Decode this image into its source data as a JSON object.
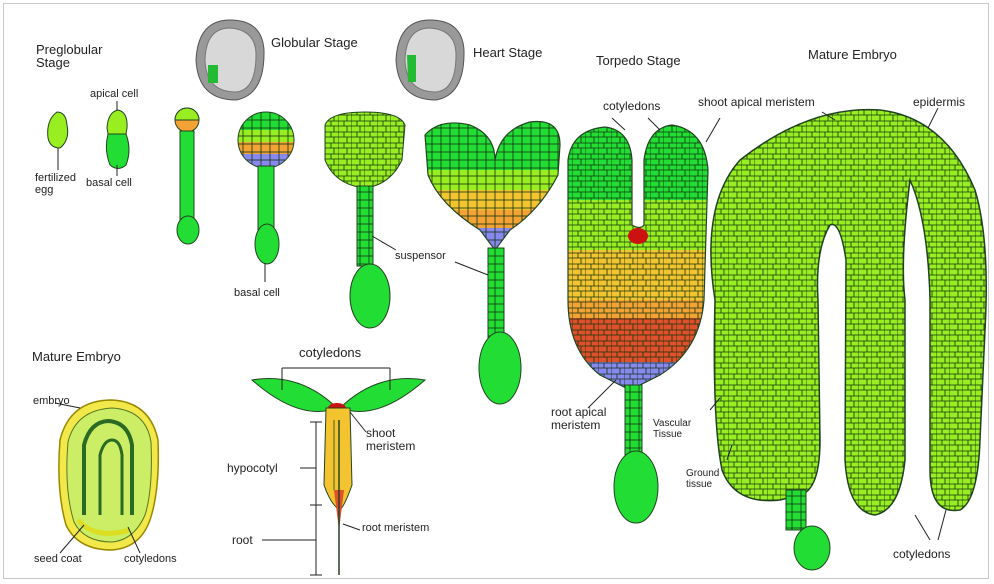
{
  "labels": {
    "preglobular": "Preglobular Stage",
    "globular": "Globular Stage",
    "heart": "Heart Stage",
    "torpedo": "Torpedo Stage",
    "mature_top": "Mature Embryo",
    "apical_cell": "apical cell",
    "fertilized_egg": "fertilized egg",
    "basal_cell_top": "basal cell",
    "basal_cell_mid": "basal cell",
    "suspensor": "suspensor",
    "cotyledons_top": "cotyledons",
    "shoot_apical_meristem": "shoot apical meristem",
    "epidermis": "epidermis",
    "root_apical_meristem": "root apical meristem",
    "vascular_tissue": "Vascular Tissue",
    "ground_tissue": "Ground tissue",
    "cotyledons_right": "cotyledons",
    "mature_bottom": "Mature Embryo",
    "embryo": "embryo",
    "seed_coat": "seed coat",
    "cotyledons_seed": "cotyledons",
    "cotyledons_seedling": "cotyledons",
    "shoot_meristem": "shoot meristem",
    "hypocotyl": "hypocotyl",
    "root": "root",
    "root_meristem": "root meristem"
  },
  "colors": {
    "bright_green": "#22dd33",
    "lime_green": "#99ee22",
    "orange": "#f3a234",
    "yellow_orange": "#f4c430",
    "red": "#e0502a",
    "purple": "#8888ee",
    "dark_red": "#cc1111",
    "seed_yellow": "#f2e84a",
    "seed_green": "#ccee66"
  }
}
